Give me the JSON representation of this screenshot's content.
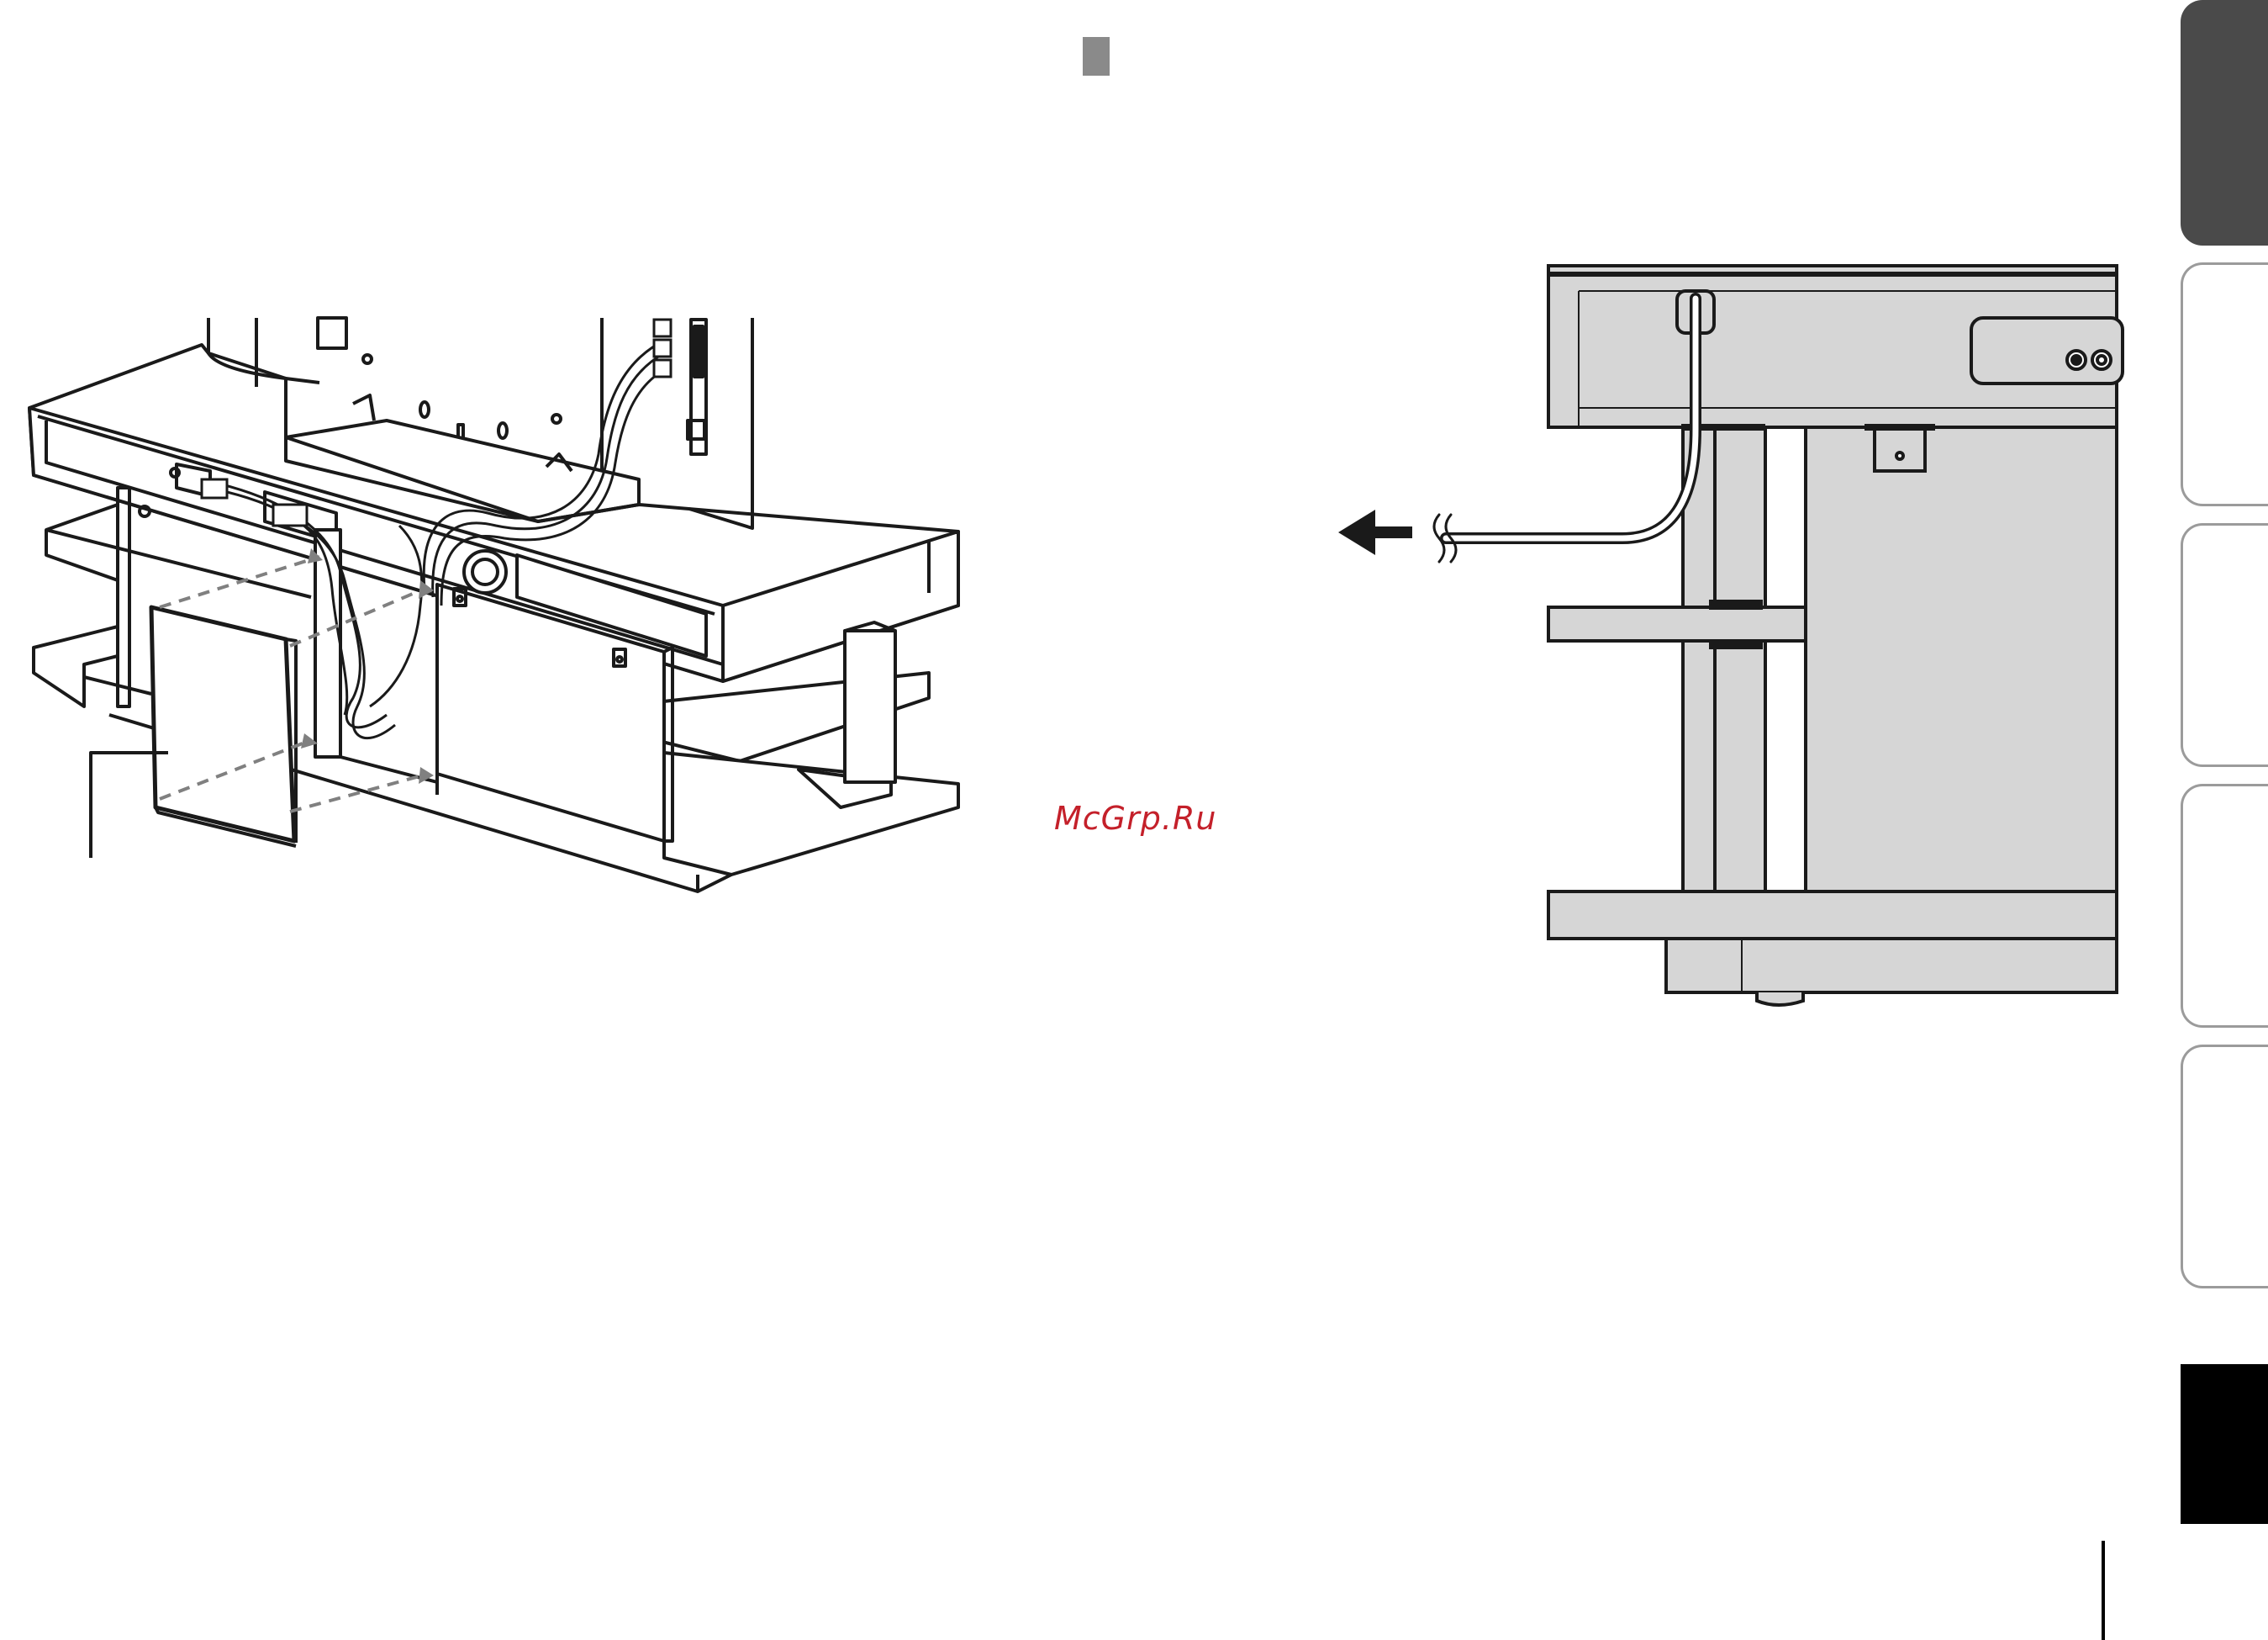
{
  "watermark": "McGrp.Ru",
  "side_tabs": [
    {
      "style": "dark"
    },
    {
      "style": "outline"
    },
    {
      "style": "outline"
    },
    {
      "style": "outline"
    },
    {
      "style": "outline"
    },
    {
      "style": "black"
    }
  ],
  "illustrations": {
    "left": "tv-stand-rear-cover-assembly",
    "right": "tv-stand-side-view-power-cord"
  },
  "colors": {
    "panel_gray": "#d6d6d6",
    "line": "#1a1a1a",
    "dashed": "#808080",
    "watermark": "#c4202a"
  }
}
